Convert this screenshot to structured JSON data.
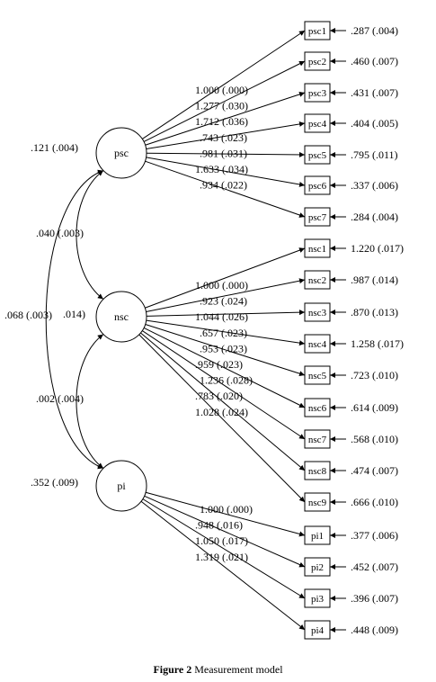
{
  "caption": {
    "label": "Figure 2",
    "text": "Measurement model"
  },
  "factors": [
    {
      "id": "psc",
      "label": "psc",
      "variance": ".121 (.004)"
    },
    {
      "id": "nsc",
      "label": "nsc",
      "variance": ".014)"
    },
    {
      "id": "pi",
      "label": "pi",
      "variance": ".352 (.009)"
    }
  ],
  "covariances": [
    {
      "from": "psc",
      "to": "nsc",
      "label": ".040 (.003)"
    },
    {
      "from": "psc",
      "to": "pi",
      "label": ".068 (.003)"
    },
    {
      "from": "nsc",
      "to": "pi",
      "label": ".002 (.004)"
    }
  ],
  "indicators": [
    {
      "id": "psc1",
      "factor": "psc",
      "loading": "1.000 (.000)",
      "error": ".287 (.004)"
    },
    {
      "id": "psc2",
      "factor": "psc",
      "loading": "1.277 (.030)",
      "error": ".460 (.007)"
    },
    {
      "id": "psc3",
      "factor": "psc",
      "loading": "1.712 (.036)",
      "error": ".431 (.007)"
    },
    {
      "id": "psc4",
      "factor": "psc",
      "loading": ".743 (.023)",
      "error": ".404 (.005)"
    },
    {
      "id": "psc5",
      "factor": "psc",
      "loading": ".981 (.031)",
      "error": ".795 (.011)"
    },
    {
      "id": "psc6",
      "factor": "psc",
      "loading": "1.633 (.034)",
      "error": ".337 (.006)"
    },
    {
      "id": "psc7",
      "factor": "psc",
      "loading": ".934 (.022)",
      "error": ".284 (.004)"
    },
    {
      "id": "nsc1",
      "factor": "nsc",
      "loading": "1.000 (.000)",
      "error": "1.220 (.017)"
    },
    {
      "id": "nsc2",
      "factor": "nsc",
      "loading": ".923 (.024)",
      "error": ".987 (.014)"
    },
    {
      "id": "nsc3",
      "factor": "nsc",
      "loading": "1.044 (.026)",
      "error": ".870 (.013)"
    },
    {
      "id": "nsc4",
      "factor": "nsc",
      "loading": ".657 (.023)",
      "error": "1.258 (.017)"
    },
    {
      "id": "nsc5",
      "factor": "nsc",
      "loading": ".953 (.023)",
      "error": ".723 (.010)"
    },
    {
      "id": "nsc6",
      "factor": "nsc",
      "loading": ".959 (.023)",
      "error": ".614 (.009)"
    },
    {
      "id": "nsc7",
      "factor": "nsc",
      "loading": "1.236 (.028)",
      "error": ".568 (.010)"
    },
    {
      "id": "nsc8",
      "factor": "nsc",
      "loading": ".783 (.020)",
      "error": ".474 (.007)"
    },
    {
      "id": "nsc9",
      "factor": "nsc",
      "loading": "1.028 (.024)",
      "error": ".666 (.010)"
    },
    {
      "id": "pi1",
      "factor": "pi",
      "loading": "1.000 (.000)",
      "error": ".377 (.006)"
    },
    {
      "id": "pi2",
      "factor": "pi",
      "loading": ".948 (.016)",
      "error": ".452 (.007)"
    },
    {
      "id": "pi3",
      "factor": "pi",
      "loading": "1.050 (.017)",
      "error": ".396 (.007)"
    },
    {
      "id": "pi4",
      "factor": "pi",
      "loading": "1.319 (.021)",
      "error": ".448 (.009)"
    }
  ]
}
